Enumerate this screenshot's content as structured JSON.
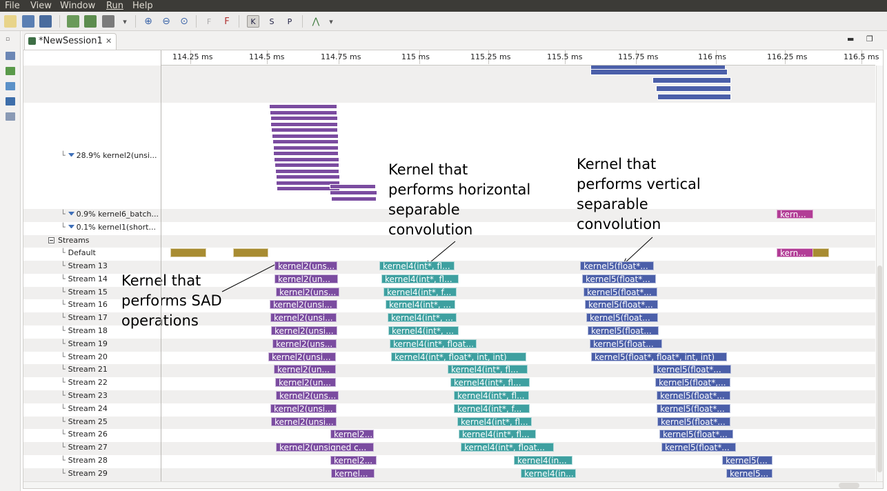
{
  "menu": [
    "File",
    "View",
    "Window",
    "Run",
    "Help"
  ],
  "tab": {
    "label": "*NewSession1"
  },
  "ruler": {
    "ticks": [
      "114.25 ms",
      "114.5 ms",
      "114.75 ms",
      "115 ms",
      "115.25 ms",
      "115.5 ms",
      "115.75 ms",
      "116 ms",
      "116.25 ms",
      "116.5 ms"
    ]
  },
  "labels": {
    "kernel2": "28.9% kernel2(unsi...",
    "kernel6": "0.9% kernel6_batch...",
    "kernel1": "0.1% kernel1(short...",
    "streams": "Streams",
    "default": "Default"
  },
  "streams": [
    "Stream 13",
    "Stream 14",
    "Stream 15",
    "Stream 16",
    "Stream 17",
    "Stream 18",
    "Stream 19",
    "Stream 20",
    "Stream 21",
    "Stream 22",
    "Stream 23",
    "Stream 24",
    "Stream 25",
    "Stream 26",
    "Stream 27",
    "Stream 28",
    "Stream 29"
  ],
  "colors": {
    "purple": "#7b4ca0",
    "teal": "#3ea0a0",
    "blue": "#4b5fa9",
    "gold": "#a88c32",
    "magenta": "#b23d96"
  },
  "kernel6_bar": "kern...",
  "default_bar": "kern...",
  "stream_kernels": [
    [
      {
        "t": "kernel2(uns...",
        "c": "purple"
      },
      {
        "t": "kernel4(int*, fl...",
        "c": "teal"
      },
      {
        "t": "kernel5(float*...",
        "c": "blue"
      }
    ],
    [
      {
        "t": "kernel2(un...",
        "c": "purple"
      },
      {
        "t": "kernel4(int*, fl...",
        "c": "teal"
      },
      {
        "t": "kernel5(float*...",
        "c": "blue"
      }
    ],
    [
      {
        "t": "kernel2(uns...",
        "c": "purple"
      },
      {
        "t": "kernel4(int*, f...",
        "c": "teal"
      },
      {
        "t": "kernel5(float*...",
        "c": "blue"
      }
    ],
    [
      {
        "t": "kernel2(unsi...",
        "c": "purple"
      },
      {
        "t": "kernel4(int*, ...",
        "c": "teal"
      },
      {
        "t": "kernel5(float*...",
        "c": "blue"
      }
    ],
    [
      {
        "t": "kernel2(unsi...",
        "c": "purple"
      },
      {
        "t": "kernel4(int*, ...",
        "c": "teal"
      },
      {
        "t": "kernel5(float...",
        "c": "blue"
      }
    ],
    [
      {
        "t": "kernel2(unsi...",
        "c": "purple"
      },
      {
        "t": "kernel4(int*, ...",
        "c": "teal"
      },
      {
        "t": "kernel5(float...",
        "c": "blue"
      }
    ],
    [
      {
        "t": "kernel2(uns...",
        "c": "purple"
      },
      {
        "t": "kernel4(int*, float...",
        "c": "teal"
      },
      {
        "t": "kernel5(float...",
        "c": "blue"
      }
    ],
    [
      {
        "t": "kernel2(unsi...",
        "c": "purple"
      },
      {
        "t": "kernel4(int*, float*, int, int)",
        "c": "teal"
      },
      {
        "t": "kernel5(float*, float*, int, int)",
        "c": "blue"
      }
    ],
    [
      {
        "t": "kernel2(un...",
        "c": "purple"
      },
      {
        "t": "kernel4(int*, fl...",
        "c": "teal"
      },
      {
        "t": "kernel5(float*...",
        "c": "blue"
      }
    ],
    [
      {
        "t": "kernel2(un...",
        "c": "purple"
      },
      {
        "t": "kernel4(int*, fl...",
        "c": "teal"
      },
      {
        "t": "kernel5(float*,...",
        "c": "blue"
      }
    ],
    [
      {
        "t": "kernel2(uns...",
        "c": "purple"
      },
      {
        "t": "kernel4(int*, fl...",
        "c": "teal"
      },
      {
        "t": "kernel5(float*...",
        "c": "blue"
      }
    ],
    [
      {
        "t": "kernel2(unsi...",
        "c": "purple"
      },
      {
        "t": "kernel4(int*, f...",
        "c": "teal"
      },
      {
        "t": "kernel5(float*...",
        "c": "blue"
      }
    ],
    [
      {
        "t": "kernel2(unsi...",
        "c": "purple"
      },
      {
        "t": "kernel4(int*, fl...",
        "c": "teal"
      },
      {
        "t": "kernel5(float*...",
        "c": "blue"
      }
    ],
    [
      {
        "t": "kernel2...",
        "c": "purple"
      },
      {
        "t": "kernel4(int*, fl...",
        "c": "teal"
      },
      {
        "t": "kernel5(float*...",
        "c": "blue"
      }
    ],
    [
      {
        "t": "kernel2(unsigned c...",
        "c": "purple"
      },
      {
        "t": "kernel4(int*, float...",
        "c": "teal"
      },
      {
        "t": "kernel5(float*...",
        "c": "blue"
      }
    ],
    [
      {
        "t": "kernel2...",
        "c": "purple"
      },
      {
        "t": "kernel4(in...",
        "c": "teal"
      },
      {
        "t": "kernel5(...",
        "c": "blue"
      }
    ],
    [
      {
        "t": "kernel...",
        "c": "purple"
      },
      {
        "t": "kernel4(in...",
        "c": "teal"
      },
      {
        "t": "kernel5...",
        "c": "blue"
      }
    ]
  ],
  "annotations": {
    "sad": "Kernel that\nperforms SAD\noperations",
    "horizontal": "Kernel that\nperforms horizontal\nseparable\nconvolution",
    "vertical": "Kernel that\nperforms vertical\nseparable\nconvolution"
  }
}
